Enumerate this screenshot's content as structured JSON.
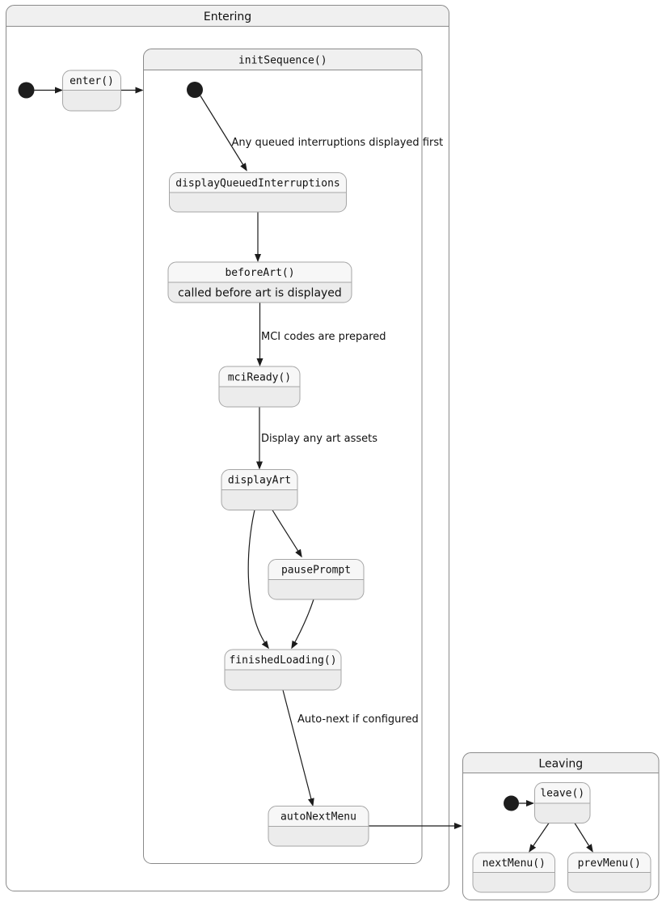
{
  "containers": {
    "entering": "Entering",
    "init_sequence": "initSequence()",
    "leaving": "Leaving"
  },
  "states": {
    "enter": "enter()",
    "display_queued_interruptions": "displayQueuedInterruptions",
    "before_art": "beforeArt()",
    "before_art_description": "called before art is displayed",
    "mci_ready": "mciReady()",
    "display_art": "displayArt",
    "pause_prompt": "pausePrompt",
    "finished_loading": "finishedLoading()",
    "auto_next_menu": "autoNextMenu",
    "leave": "leave()",
    "next_menu": "nextMenu()",
    "prev_menu": "prevMenu()"
  },
  "edge_labels": {
    "queued_interruptions": "Any queued interruptions displayed first",
    "mci_codes": "MCI codes are prepared",
    "display_art_assets": "Display any art assets",
    "auto_next": "Auto-next if configured"
  },
  "colors": {
    "background": "#FFFFFF",
    "container_fill": "#FFFFFF",
    "container_header_fill": "#F0F0F0",
    "container_border": "#8A8A8A",
    "state_header_fill": "#F7F7F7",
    "state_body_fill": "#ECECEC",
    "state_border": "#A6A6A6",
    "edge_color": "#1C1C1C",
    "initial_dot_color": "#1D1D1D",
    "text_color": "#111111"
  }
}
